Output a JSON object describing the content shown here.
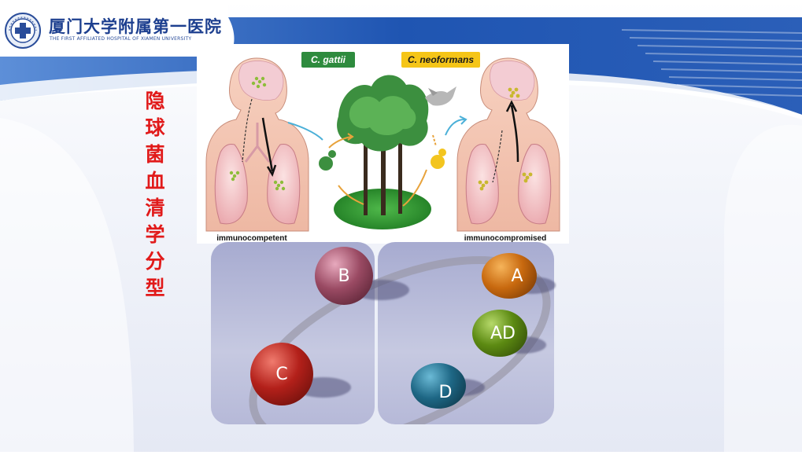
{
  "header": {
    "hospital_name": "厦门大学附属第一医院",
    "hospital_english": "THE FIRST AFFILIATED HOSPITAL OF XIAMEN UNIVERSITY"
  },
  "title": {
    "text": "隐球菌血清学分型"
  },
  "figure": {
    "species_left": "C. gattii",
    "species_right": "C. neoformans",
    "host_left": "immunocompetent",
    "host_right": "immunocompromised",
    "species_left_color": "#2e8b3e",
    "species_right_color": "#f5c518"
  },
  "serotypes": {
    "b": "B",
    "c": "C",
    "a": "A",
    "ad": "AD",
    "d": "D",
    "colors": {
      "b": "#9a4a63",
      "c": "#b3201a",
      "a": "#c8690f",
      "ad": "#5c8a12",
      "d": "#1e6785"
    }
  },
  "theme": {
    "banner_blue": "#2d63b8",
    "title_red": "#e11a1a"
  }
}
